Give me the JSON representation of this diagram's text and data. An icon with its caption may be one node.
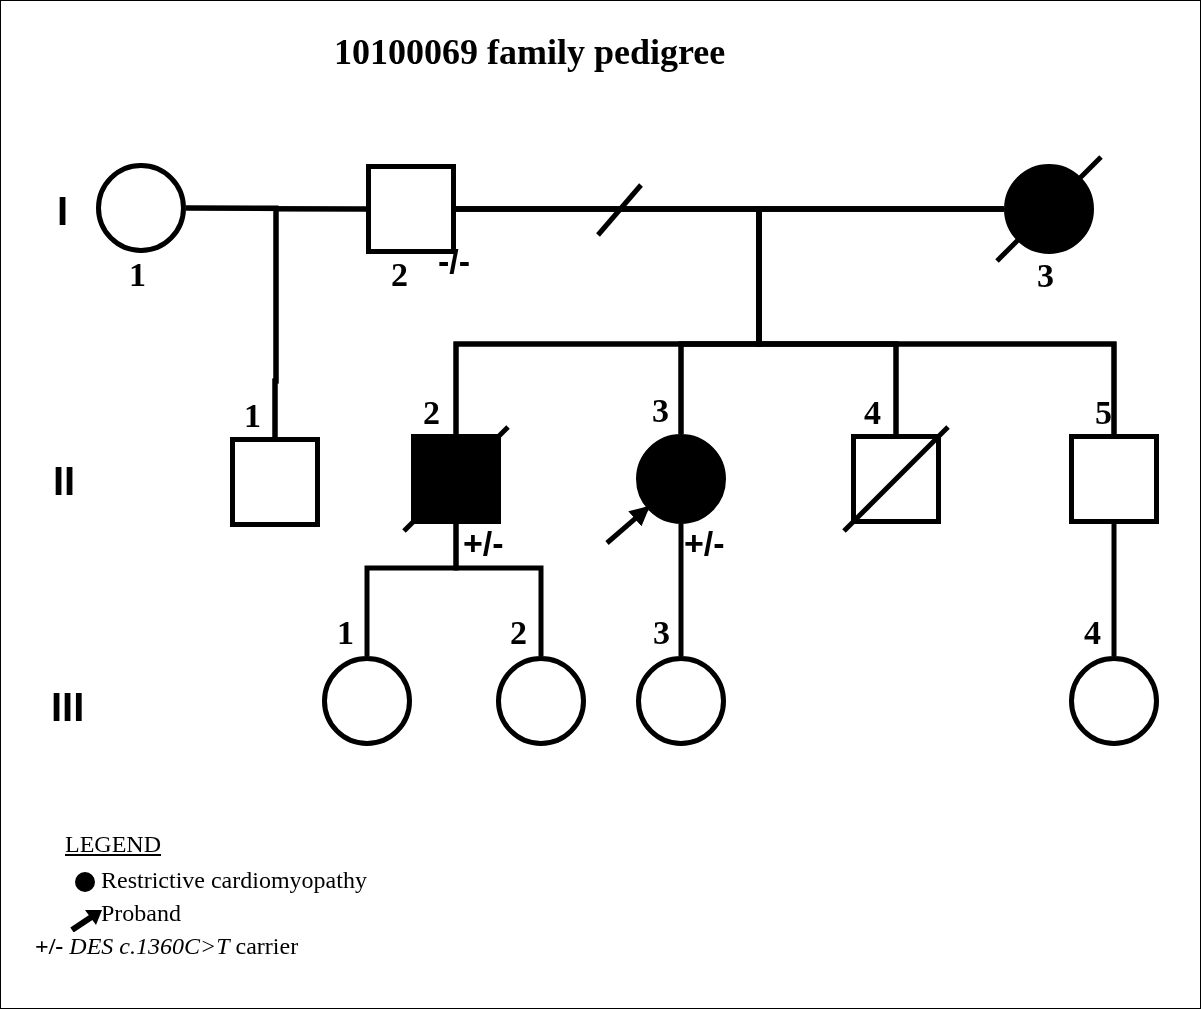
{
  "diagram": {
    "title": "10100069 family pedigree",
    "nodes": [
      {
        "text": [],
        "shape": "circle",
        "beside": [
          "1"
        ]
      },
      {
        "text": [],
        "shape": "box",
        "beside": [
          "2",
          "-/-"
        ]
      },
      {
        "text": [],
        "shape": "circle",
        "beside": [
          "3"
        ]
      },
      {
        "text": [],
        "shape": "box",
        "beside": [
          "1"
        ]
      },
      {
        "text": [],
        "shape": "box",
        "beside": [
          "2",
          "+/-"
        ]
      },
      {
        "text": [],
        "shape": "circle",
        "beside": [
          "3",
          "+/-"
        ]
      },
      {
        "text": [],
        "shape": "box",
        "beside": [
          "4"
        ]
      },
      {
        "text": [],
        "shape": "box",
        "beside": [
          "5"
        ]
      },
      {
        "text": [],
        "shape": "circle",
        "beside": [
          "1"
        ]
      },
      {
        "text": [],
        "shape": "circle",
        "beside": [
          "2"
        ]
      },
      {
        "text": [],
        "shape": "circle",
        "beside": [
          "3"
        ]
      },
      {
        "text": [],
        "shape": "circle",
        "beside": [
          "4"
        ]
      }
    ],
    "edges": [
      {
        "from": 0,
        "to": 1,
        "arrow": "none"
      },
      {
        "from": 1,
        "to": 2,
        "arrow": "none"
      },
      {
        "from": 0,
        "to": 3,
        "arrow": "none"
      },
      {
        "from": 1,
        "to": 3,
        "arrow": "none"
      },
      {
        "from": 1,
        "to": 4,
        "arrow": "none"
      },
      {
        "from": 2,
        "to": 4,
        "arrow": "none"
      },
      {
        "from": 1,
        "to": 5,
        "arrow": "none"
      },
      {
        "from": 2,
        "to": 5,
        "arrow": "none"
      },
      {
        "from": 1,
        "to": 6,
        "arrow": "none"
      },
      {
        "from": 2,
        "to": 6,
        "arrow": "none"
      },
      {
        "from": 1,
        "to": 7,
        "arrow": "none"
      },
      {
        "from": 2,
        "to": 7,
        "arrow": "none"
      },
      {
        "from": 4,
        "to": 8,
        "arrow": "none"
      },
      {
        "from": 4,
        "to": 9,
        "arrow": "none"
      },
      {
        "from": 5,
        "to": 10,
        "arrow": "none"
      },
      {
        "from": 7,
        "to": 11,
        "arrow": "none"
      },
      {
        "from": null,
        "to": 5,
        "arrow": "to"
      }
    ],
    "labels": [
      "I",
      "II",
      "III",
      "LEGEND"
    ],
    "legend": [
      {
        "text": "Restrictive cardiomyopathy"
      },
      {
        "text": "Proband"
      },
      {
        "text": "**+/-** *DES c.1360C>T* carrier"
      }
    ]
  }
}
